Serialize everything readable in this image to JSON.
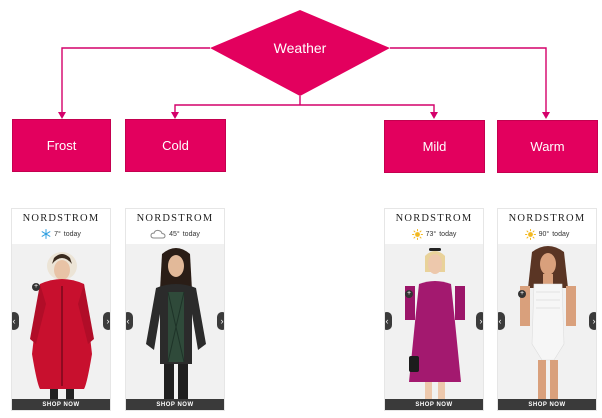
{
  "diagram": {
    "root": {
      "label": "Weather"
    },
    "branches": [
      {
        "key": "frost",
        "label": "Frost",
        "ad": {
          "brand": "NORDSTROM",
          "weather_icon": "snowflake-icon",
          "temp": "7°",
          "when": "today",
          "cta": "SHOP NOW",
          "outfit": "red-parka"
        }
      },
      {
        "key": "cold",
        "label": "Cold",
        "ad": {
          "brand": "NORDSTROM",
          "weather_icon": "cloud-icon",
          "temp": "45°",
          "when": "today",
          "cta": "SHOP NOW",
          "outfit": "leather-jacket"
        }
      },
      {
        "key": "mild",
        "label": "Mild",
        "ad": {
          "brand": "NORDSTROM",
          "weather_icon": "sun-icon",
          "temp": "73°",
          "when": "today",
          "cta": "SHOP NOW",
          "outfit": "purple-dress"
        }
      },
      {
        "key": "warm",
        "label": "Warm",
        "ad": {
          "brand": "NORDSTROM",
          "weather_icon": "sun-icon",
          "temp": "90°",
          "when": "today",
          "cta": "SHOP NOW",
          "outfit": "white-swimsuit"
        }
      }
    ]
  },
  "colors": {
    "node_fill": "#e3005e",
    "connector": "#d4006a",
    "snow_icon": "#2f9fe0",
    "sun_icon": "#f2b81f",
    "cloud_icon": "#8a8a8a"
  }
}
